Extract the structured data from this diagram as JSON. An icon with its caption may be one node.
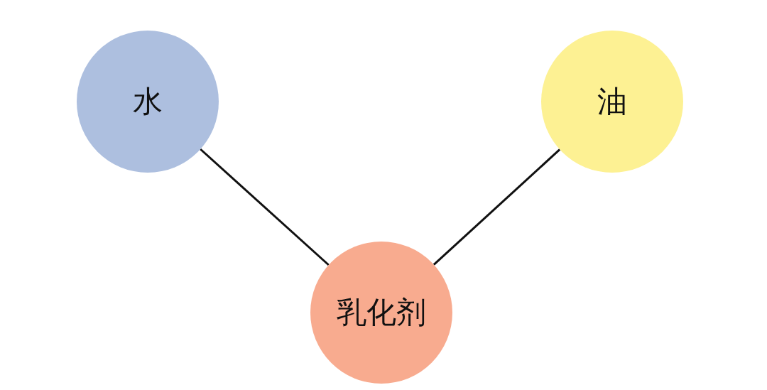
{
  "diagram": {
    "nodes": [
      {
        "text": [
          "水"
        ]
      },
      {
        "text": [
          "油"
        ]
      },
      {
        "text": [
          "乳化剂"
        ]
      }
    ],
    "edges": [
      {
        "from": 0,
        "to": 2,
        "arrow": "none"
      },
      {
        "from": 1,
        "to": 2,
        "arrow": "none"
      }
    ]
  }
}
